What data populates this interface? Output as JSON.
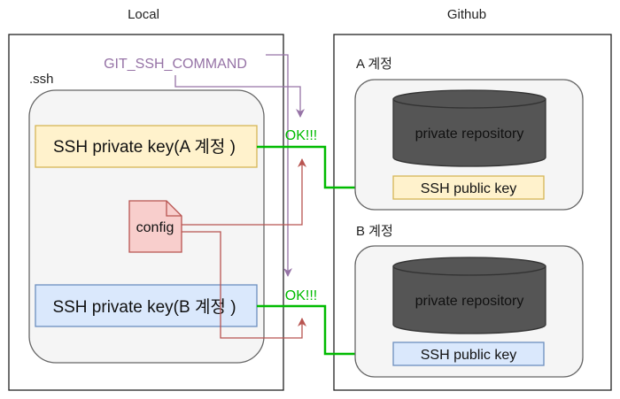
{
  "titles": {
    "local": "Local",
    "github": "Github"
  },
  "local": {
    "folder_label": ".ssh",
    "env_var": "GIT_SSH_COMMAND",
    "config_label": "config",
    "key_a": "SSH  private key(A 계정 )",
    "key_b": "SSH  private key(B 계정 )"
  },
  "github": {
    "account_a": {
      "label": "A 계정",
      "repo": "private repository",
      "public_key": "SSH public key"
    },
    "account_b": {
      "label": "B 계정",
      "repo": "private repository",
      "public_key": "SSH public key"
    }
  },
  "connections": {
    "ok_a": "OK!!!",
    "ok_b": "OK!!!"
  },
  "colors": {
    "key_a_fill": "#fff2cc",
    "key_a_stroke": "#d6b656",
    "key_b_fill": "#dae8fc",
    "key_b_stroke": "#6c8ebf",
    "config_fill": "#f8cecc",
    "config_stroke": "#b85450",
    "env_purple": "#9673a6",
    "ok_green": "#00bb00",
    "cylinder_fill": "#555555"
  }
}
